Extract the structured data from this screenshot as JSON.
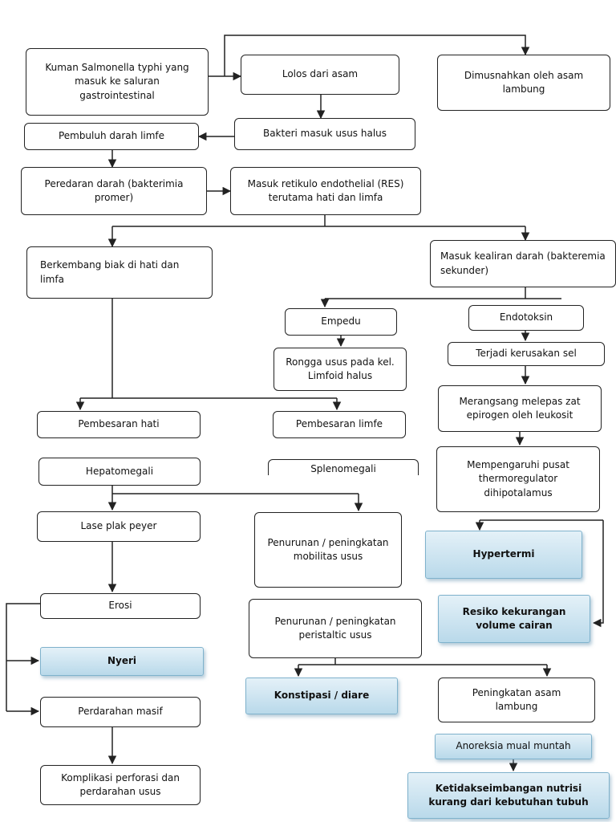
{
  "nodes": {
    "kuman": "Kuman Salmonella typhi yang masuk ke saluran gastrointestinal",
    "lolos": "Lolos dari asam",
    "dimusnahkan": "Dimusnahkan oleh asam lambung",
    "pembuluh": "Pembuluh darah limfe",
    "bakteri_usus": "Bakteri masuk usus halus",
    "peredaran": "Peredaran darah (bakterimia promer)",
    "res": "Masuk retikulo endothelial (RES) terutama hati dan limfa",
    "berkembang": "Berkembang biak di hati dan limfa",
    "kealiran": "Masuk kealiran darah (bakteremia sekunder)",
    "empedu": "Empedu",
    "endotoksin": "Endotoksin",
    "rongga": "Rongga usus pada kel. Limfoid halus",
    "kerusakan": "Terjadi kerusakan sel",
    "merangsang": "Merangsang melepas zat epirogen oleh leukosit",
    "pembesaran_hati": "Pembesaran hati",
    "pembesaran_limfe": "Pembesaran limfe",
    "hepatomegali": "Hepatomegali",
    "splenomegali": "Splenomegali",
    "mempengaruhi": "Mempengaruhi pusat thermoregulator dihipotalamus",
    "lase": "Lase plak peyer",
    "mobilitas": "Penurunan / peningkatan mobilitas usus",
    "hipertermi": "Hypertermi",
    "erosi": "Erosi",
    "peristaltic": "Penurunan / peningkatan peristaltic usus",
    "resiko": "Resiko kekurangan volume cairan",
    "nyeri": "Nyeri",
    "konstipasi": "Konstipasi  / diare",
    "asam_lambung": "Peningkatan asam lambung",
    "perdarahan": "Perdarahan masif",
    "anoreksia": "Anoreksia mual muntah",
    "komplikasi": "Komplikasi perforasi dan perdarahan usus",
    "nutrisi": "Ketidakseimbangan nutrisi kurang dari kebutuhan tubuh"
  },
  "colors": {
    "line": "#222222",
    "diagnosis_fill_top": "#e4f1f8",
    "diagnosis_fill_bottom": "#b9d9ea"
  }
}
